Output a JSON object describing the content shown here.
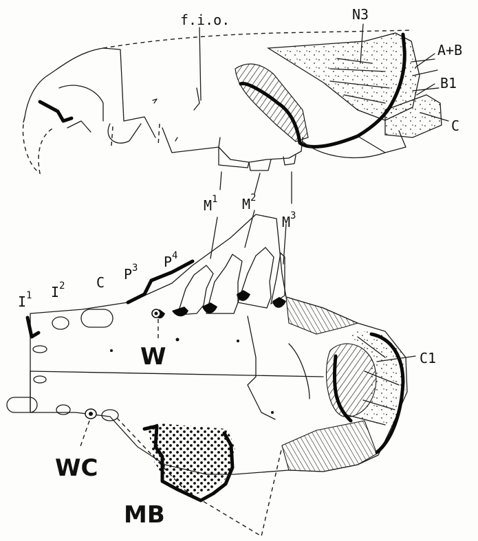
{
  "figure": {
    "skull_labels": {
      "fio": "f.i.o.",
      "n3": "N3",
      "a_b": "A+B",
      "b1": "B1",
      "c": "C"
    },
    "molars": {
      "m1": {
        "base": "M",
        "sup": "1"
      },
      "m2": {
        "base": "M",
        "sup": "2"
      },
      "m3": {
        "base": "M",
        "sup": "3"
      }
    },
    "teeth_row": {
      "i1": {
        "base": "I",
        "sup": "1"
      },
      "i2": {
        "base": "I",
        "sup": "2"
      },
      "c": "C",
      "p3": {
        "base": "P",
        "sup": "3"
      },
      "p4": {
        "base": "P",
        "sup": "4"
      }
    },
    "palate_labels": {
      "c1": "C1",
      "w": "W",
      "wc": "WC",
      "mb": "MB"
    }
  }
}
